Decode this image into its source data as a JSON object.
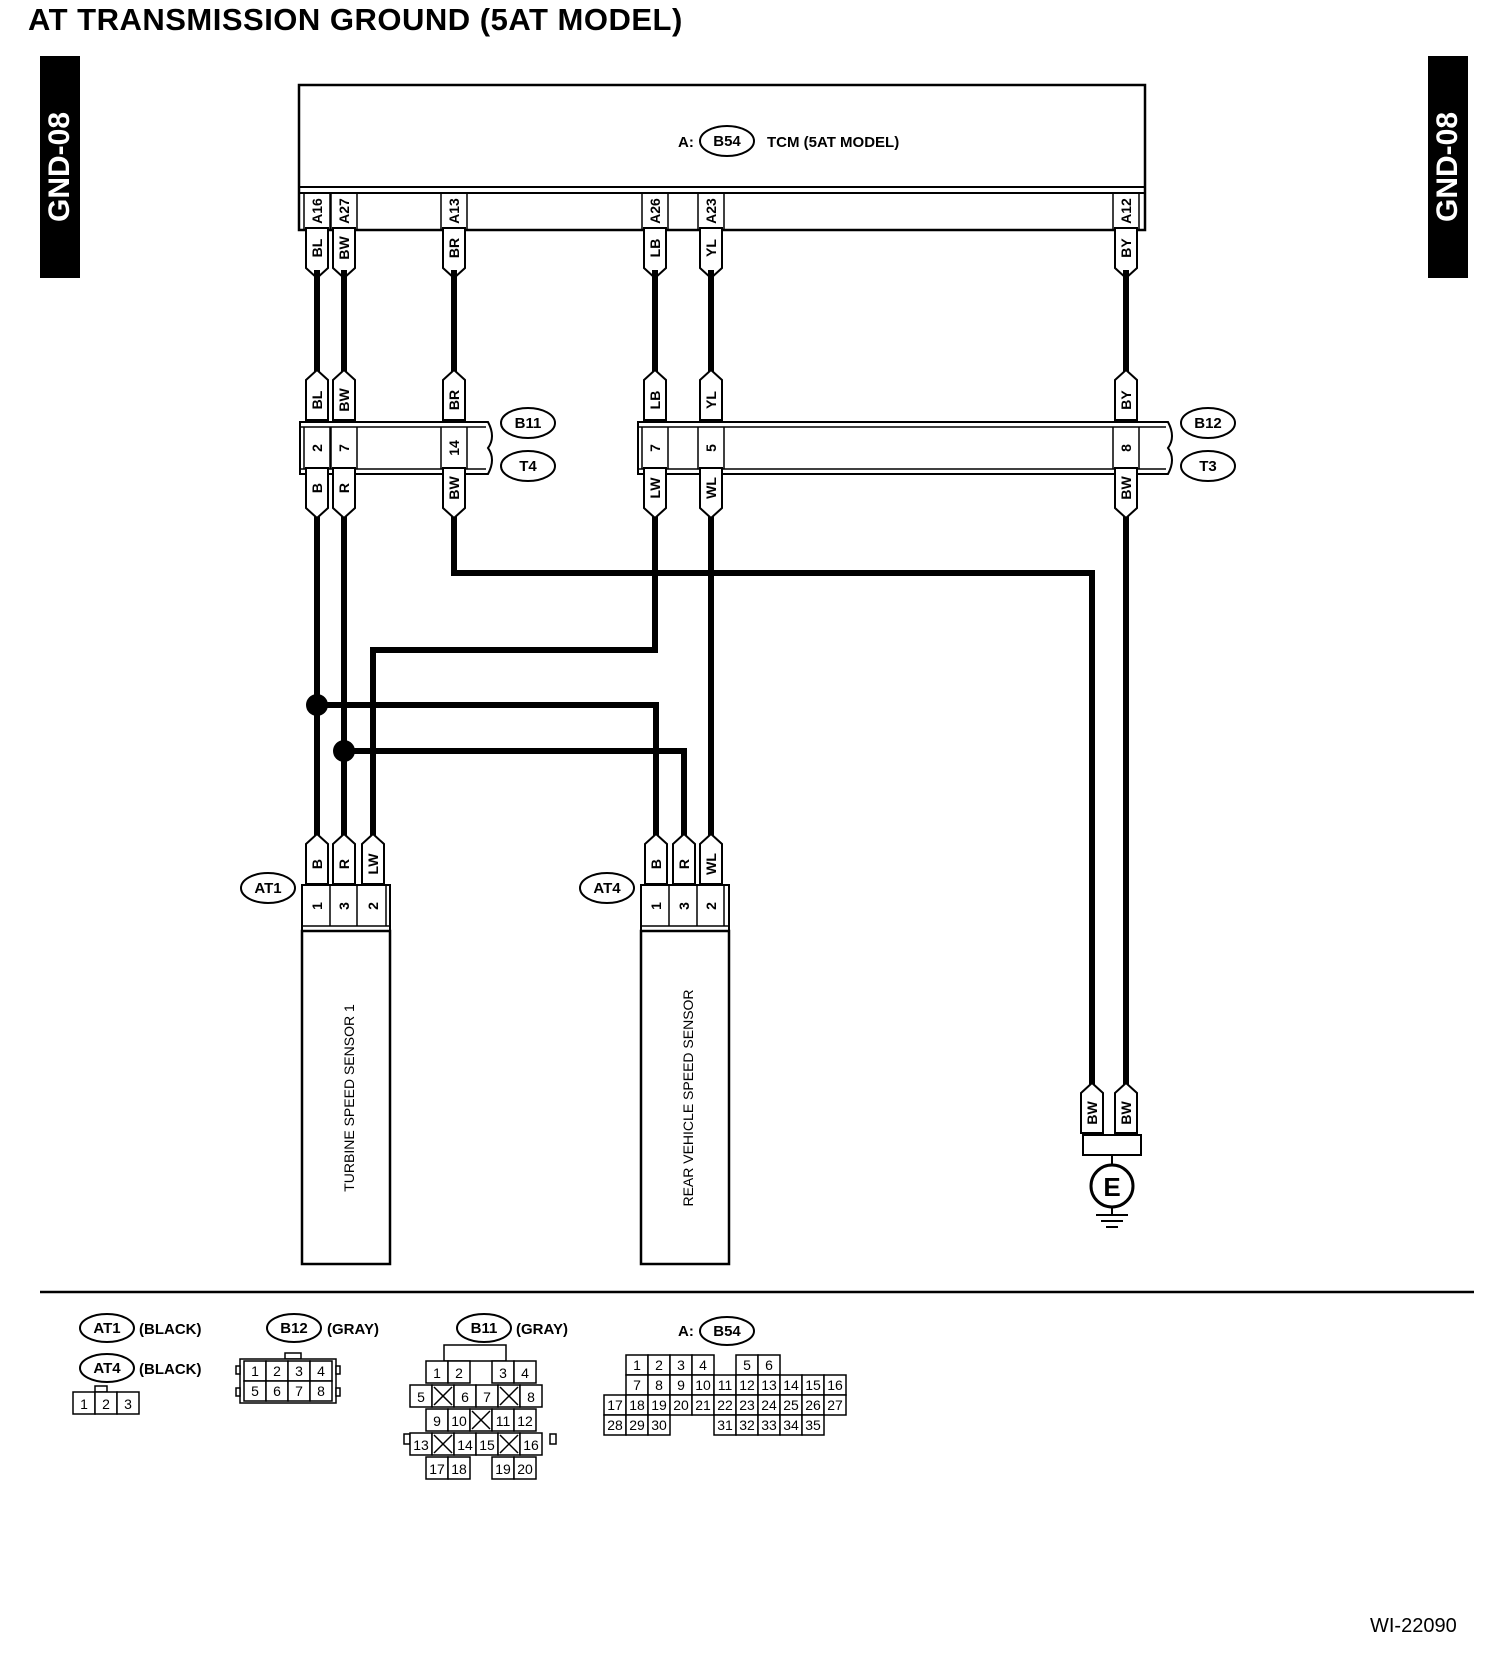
{
  "title": "AT TRANSMISSION GROUND (5AT MODEL)",
  "page_tab": "GND-08",
  "reference": "WI-22090",
  "tcm": {
    "prefix": "A:",
    "connector": "B54",
    "name": "TCM (5AT MODEL)",
    "pins": [
      "A16",
      "A27",
      "A13",
      "A26",
      "A23",
      "A12"
    ],
    "wires_top": [
      "BL",
      "BW",
      "BR",
      "LB",
      "YL",
      "BY"
    ]
  },
  "joint_connectors": {
    "left": {
      "upper_id": "B11",
      "lower_id": "T4",
      "pins": [
        "2",
        "7",
        "14"
      ],
      "wires_above": [
        "BL",
        "BW",
        "BR"
      ],
      "wires_below": [
        "B",
        "R",
        "BW"
      ]
    },
    "right": {
      "upper_id": "B12",
      "lower_id": "T3",
      "pins": [
        "7",
        "5",
        "8"
      ],
      "wires_above": [
        "LB",
        "YL",
        "BY"
      ],
      "wires_below": [
        "LW",
        "WL",
        "BW"
      ]
    }
  },
  "sensors": [
    {
      "connector": "AT1",
      "name": "TURBINE SPEED SENSOR 1",
      "pins": [
        "1",
        "3",
        "2"
      ],
      "wires": [
        "B",
        "R",
        "LW"
      ]
    },
    {
      "connector": "AT4",
      "name": "REAR VEHICLE SPEED SENSOR",
      "pins": [
        "1",
        "3",
        "2"
      ],
      "wires": [
        "B",
        "R",
        "WL"
      ]
    }
  ],
  "ground": {
    "symbol": "E",
    "wires": [
      "BW",
      "BW"
    ]
  },
  "legend": {
    "at1": {
      "id": "AT1",
      "color": "(BLACK)"
    },
    "at4": {
      "id": "AT4",
      "color": "(BLACK)"
    },
    "at_pins": [
      "1",
      "2",
      "3"
    ],
    "b12": {
      "id": "B12",
      "color": "(GRAY)",
      "rows": [
        [
          "1",
          "2",
          "3",
          "4"
        ],
        [
          "5",
          "6",
          "7",
          "8"
        ]
      ]
    },
    "b11": {
      "id": "B11",
      "color": "(GRAY)",
      "rows": [
        [
          "1",
          "2",
          "",
          "3",
          "4"
        ],
        [
          "5",
          "X",
          "6",
          "7",
          "X",
          "8"
        ],
        [
          "9",
          "10",
          "X",
          "11",
          "12"
        ],
        [
          "13",
          "X",
          "14",
          "15",
          "X",
          "16"
        ],
        [
          "17",
          "18",
          "",
          "19",
          "20"
        ]
      ]
    },
    "b54": {
      "prefix": "A:",
      "id": "B54",
      "rows": [
        [
          "1",
          "2",
          "3",
          "4",
          "",
          "5",
          "6"
        ],
        [
          "7",
          "8",
          "9",
          "10",
          "11",
          "12",
          "13",
          "14",
          "15",
          "16"
        ],
        [
          "17",
          "18",
          "19",
          "20",
          "21",
          "22",
          "23",
          "24",
          "25",
          "26",
          "27"
        ],
        [
          "28",
          "29",
          "30",
          "",
          "",
          "31",
          "32",
          "33",
          "34",
          "35"
        ]
      ]
    }
  }
}
